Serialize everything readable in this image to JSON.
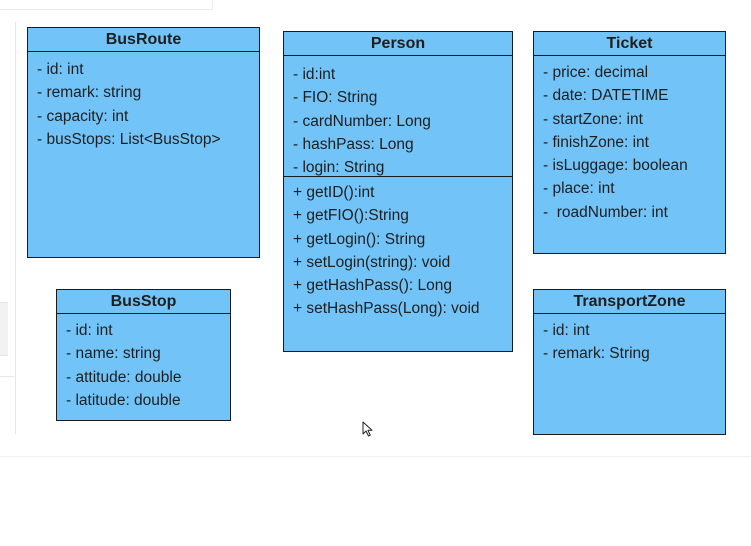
{
  "classes": {
    "busroute": {
      "name": "BusRoute",
      "attributes": [
        "- id: int",
        "- remark: string",
        "- capacity: int",
        "- busStops: List<BusStop>"
      ]
    },
    "person": {
      "name": "Person",
      "attributes": [
        "- id:int",
        "- FIO: String",
        "- cardNumber: Long",
        "- hashPass: Long",
        "- login: String"
      ],
      "methods": [
        "+ getID():int",
        "+ getFIO():String",
        "+ getLogin(): String",
        "+ setLogin(string): void",
        "+ getHashPass(): Long",
        "+ setHashPass(Long): void"
      ]
    },
    "ticket": {
      "name": "Ticket",
      "attributes": [
        "- price: decimal",
        "- date: DATETIME",
        "- startZone: int",
        "- finishZone: int",
        "- isLuggage: boolean",
        "- place: int",
        "-  roadNumber: int"
      ]
    },
    "busstop": {
      "name": "BusStop",
      "attributes": [
        "- id: int",
        "- name: string",
        "- attitude: double",
        "- latitude: double"
      ]
    },
    "transportzone": {
      "name": "TransportZone",
      "attributes": [
        "- id: int",
        "- remark: String"
      ]
    }
  },
  "colors": {
    "class_fill": "#72c4f8",
    "class_border": "#1b1b1b",
    "text": "#1e1e1e",
    "background": "#ffffff"
  }
}
